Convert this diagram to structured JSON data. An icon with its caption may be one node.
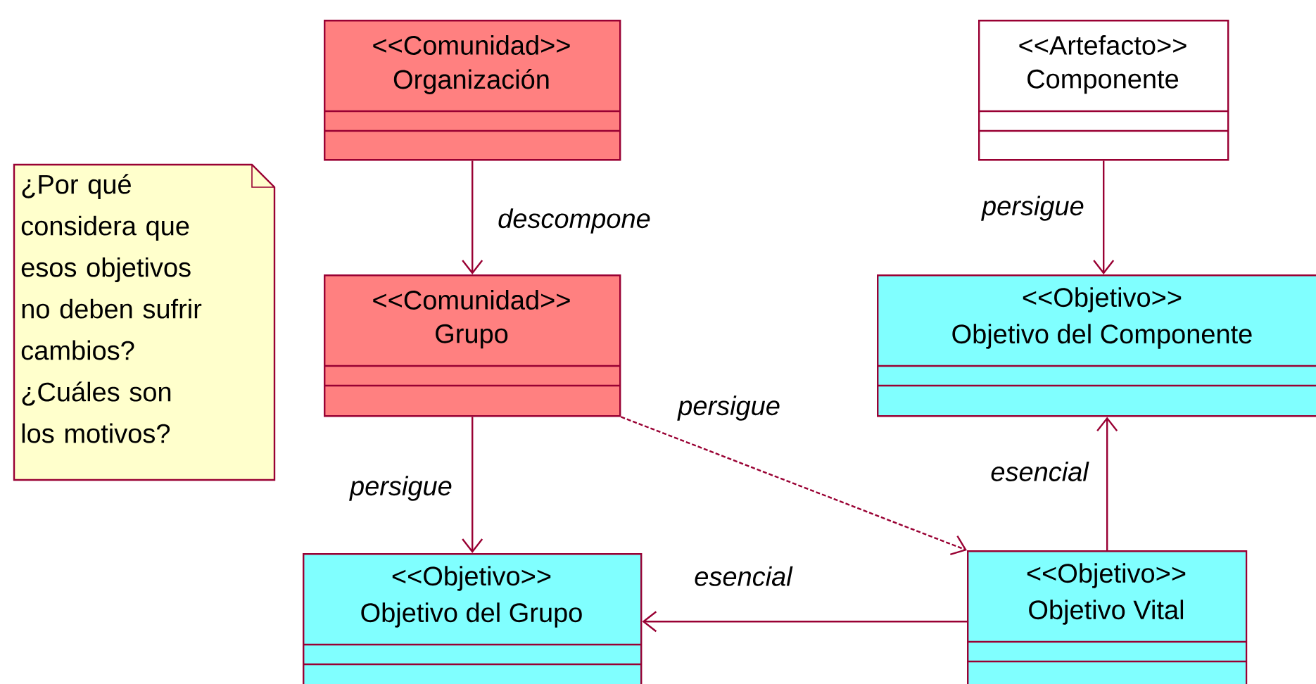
{
  "diagram": {
    "nodes": [
      {
        "text": [
          "<<Comunidad>>",
          "Organización"
        ]
      },
      {
        "text": [
          "<<Artefacto>>",
          "Componente"
        ]
      },
      {
        "text": [
          "¿Por qué considera que esos objetivos no deben sufrir cambios? ¿Cuáles son los motivos?"
        ]
      },
      {
        "text": [
          "<<Comunidad>>",
          "Grupo"
        ]
      },
      {
        "text": [
          "<<Objetivo>>",
          "Objetivo del Componente"
        ]
      },
      {
        "text": [
          "<<Objetivo>>",
          "Objetivo del Grupo"
        ]
      },
      {
        "text": [
          "<<Objetivo>>",
          "Objetivo Vital"
        ]
      }
    ],
    "edges": [
      {
        "from": 0,
        "to": 3,
        "arrow": "to",
        "label": "descompone"
      },
      {
        "from": 3,
        "to": 5,
        "arrow": "to",
        "label": "persigue"
      },
      {
        "from": 3,
        "to": 6,
        "arrow": "to",
        "label": "persigue",
        "style": "dashed"
      },
      {
        "from": 1,
        "to": 4,
        "arrow": "to",
        "label": "persigue"
      },
      {
        "from": 6,
        "to": 4,
        "arrow": "to",
        "label": "esencial"
      },
      {
        "from": 6,
        "to": 5,
        "arrow": "to",
        "label": "esencial"
      }
    ]
  }
}
